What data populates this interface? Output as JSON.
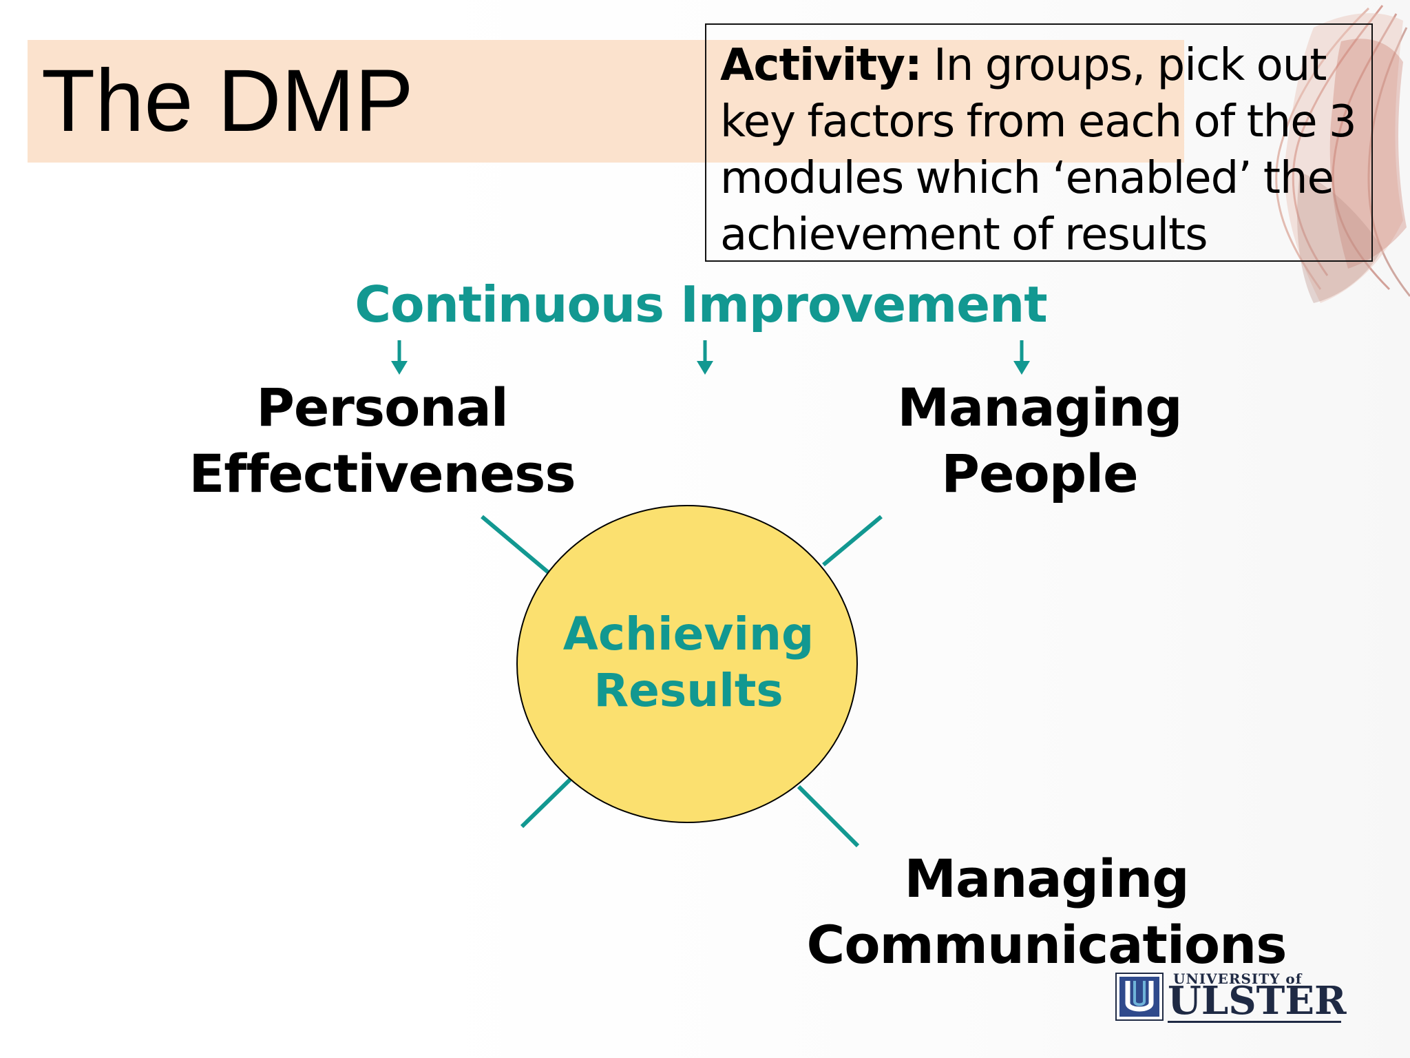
{
  "slide": {
    "title": "The DMP",
    "activity": {
      "label": "Activity:",
      "text": " In groups, pick out key factors from each of the 3 modules which ‘enabled’ the achievement of results"
    }
  },
  "diagram": {
    "heading": "Continuous Improvement",
    "center": {
      "line1": "Achieving",
      "line2": "Results"
    },
    "modules": {
      "personal": {
        "line1": "Personal",
        "line2": "Effectiveness"
      },
      "people": {
        "line1": "Managing",
        "line2": "People"
      },
      "communications": {
        "line1": "Managing",
        "line2": "Communications"
      }
    }
  },
  "logo": {
    "line1": "UNIVERSITY of",
    "line2": "ULSTER",
    "mark": "U"
  },
  "colors": {
    "accent_teal": "#129891",
    "circle_fill": "#fbe06f",
    "title_band": "#fbe2cd",
    "logo_navy": "#1f2a44"
  }
}
